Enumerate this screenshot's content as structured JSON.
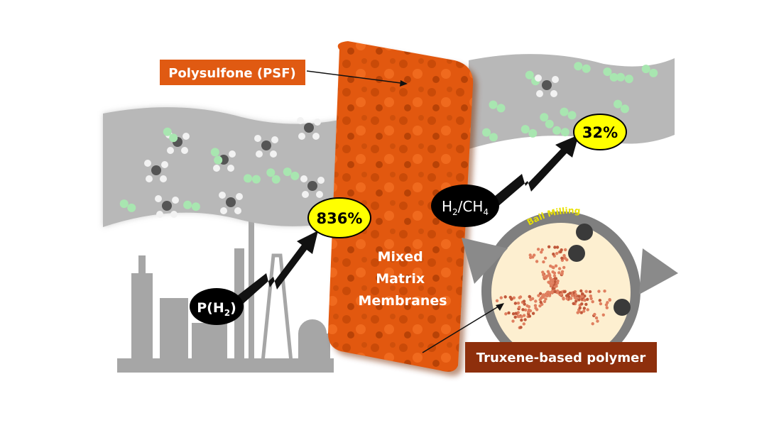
{
  "labels": {
    "polysulfone": "Polysulfone (PSF)",
    "mmm_line1": "Mixed",
    "mmm_line2": "Matrix",
    "mmm_line3": "Membranes",
    "permeability": "P(H",
    "permeability_sub": "2",
    "permeability_end": ")",
    "selectivity_h": "H",
    "selectivity_sub1": "2",
    "selectivity_mid": "/CH",
    "selectivity_sub2": "4",
    "permeability_increase": "836%",
    "selectivity_increase": "32%",
    "ball_milling": "Ball Milling",
    "filler": "Truxene-based polymer"
  },
  "colors": {
    "membrane_orange": "#e2580f",
    "label_orange": "#e05a12",
    "filler_brown": "#8e2f0c",
    "highlight_yellow": "#ffff00",
    "gas_green": "#a8e6b0",
    "band_gray": "#b4b4b4",
    "factory_gray": "#a6a6a6",
    "mill_cream": "#fdefd0"
  }
}
